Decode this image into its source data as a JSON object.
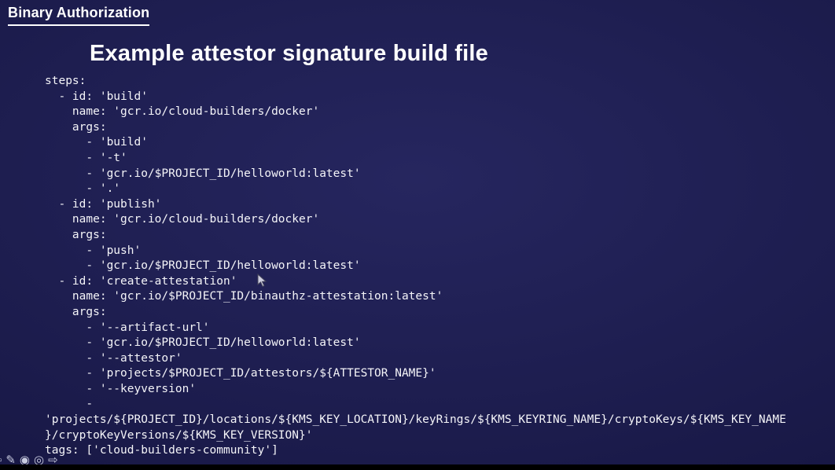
{
  "header": {
    "section": "Binary Authorization",
    "title": "Example attestor signature build file"
  },
  "code": {
    "language": "yaml",
    "lines": [
      "steps:",
      "  - id: 'build'",
      "    name: 'gcr.io/cloud-builders/docker'",
      "    args:",
      "      - 'build'",
      "      - '-t'",
      "      - 'gcr.io/$PROJECT_ID/helloworld:latest'",
      "      - '.'",
      "  - id: 'publish'",
      "    name: 'gcr.io/cloud-builders/docker'",
      "    args:",
      "      - 'push'",
      "      - 'gcr.io/$PROJECT_ID/helloworld:latest'",
      "  - id: 'create-attestation'",
      "    name: 'gcr.io/$PROJECT_ID/binauthz-attestation:latest'",
      "    args:",
      "      - '--artifact-url'",
      "      - 'gcr.io/$PROJECT_ID/helloworld:latest'",
      "      - '--attestor'",
      "      - 'projects/$PROJECT_ID/attestors/${ATTESTOR_NAME}'",
      "      - '--keyversion'",
      "      -",
      "'projects/${PROJECT_ID}/locations/${KMS_KEY_LOCATION}/keyRings/${KMS_KEYRING_NAME}/cryptoKeys/${KMS_KEY_NAME",
      "}/cryptoKeyVersions/${KMS_KEY_VERSION}'",
      "tags: ['cloud-builders-community']"
    ]
  },
  "toolbar": {
    "icons": [
      {
        "name": "square",
        "glyph": "▫"
      },
      {
        "name": "pencil",
        "glyph": "✎"
      },
      {
        "name": "record",
        "glyph": "◉"
      },
      {
        "name": "target",
        "glyph": "◎"
      },
      {
        "name": "forward-arrow",
        "glyph": "⇨"
      }
    ]
  },
  "colors": {
    "background_center": "#26265f",
    "background_edge": "#12123a",
    "text": "#ffffff",
    "code_text": "#f4f4f8",
    "bottom_bar": "#000000"
  }
}
